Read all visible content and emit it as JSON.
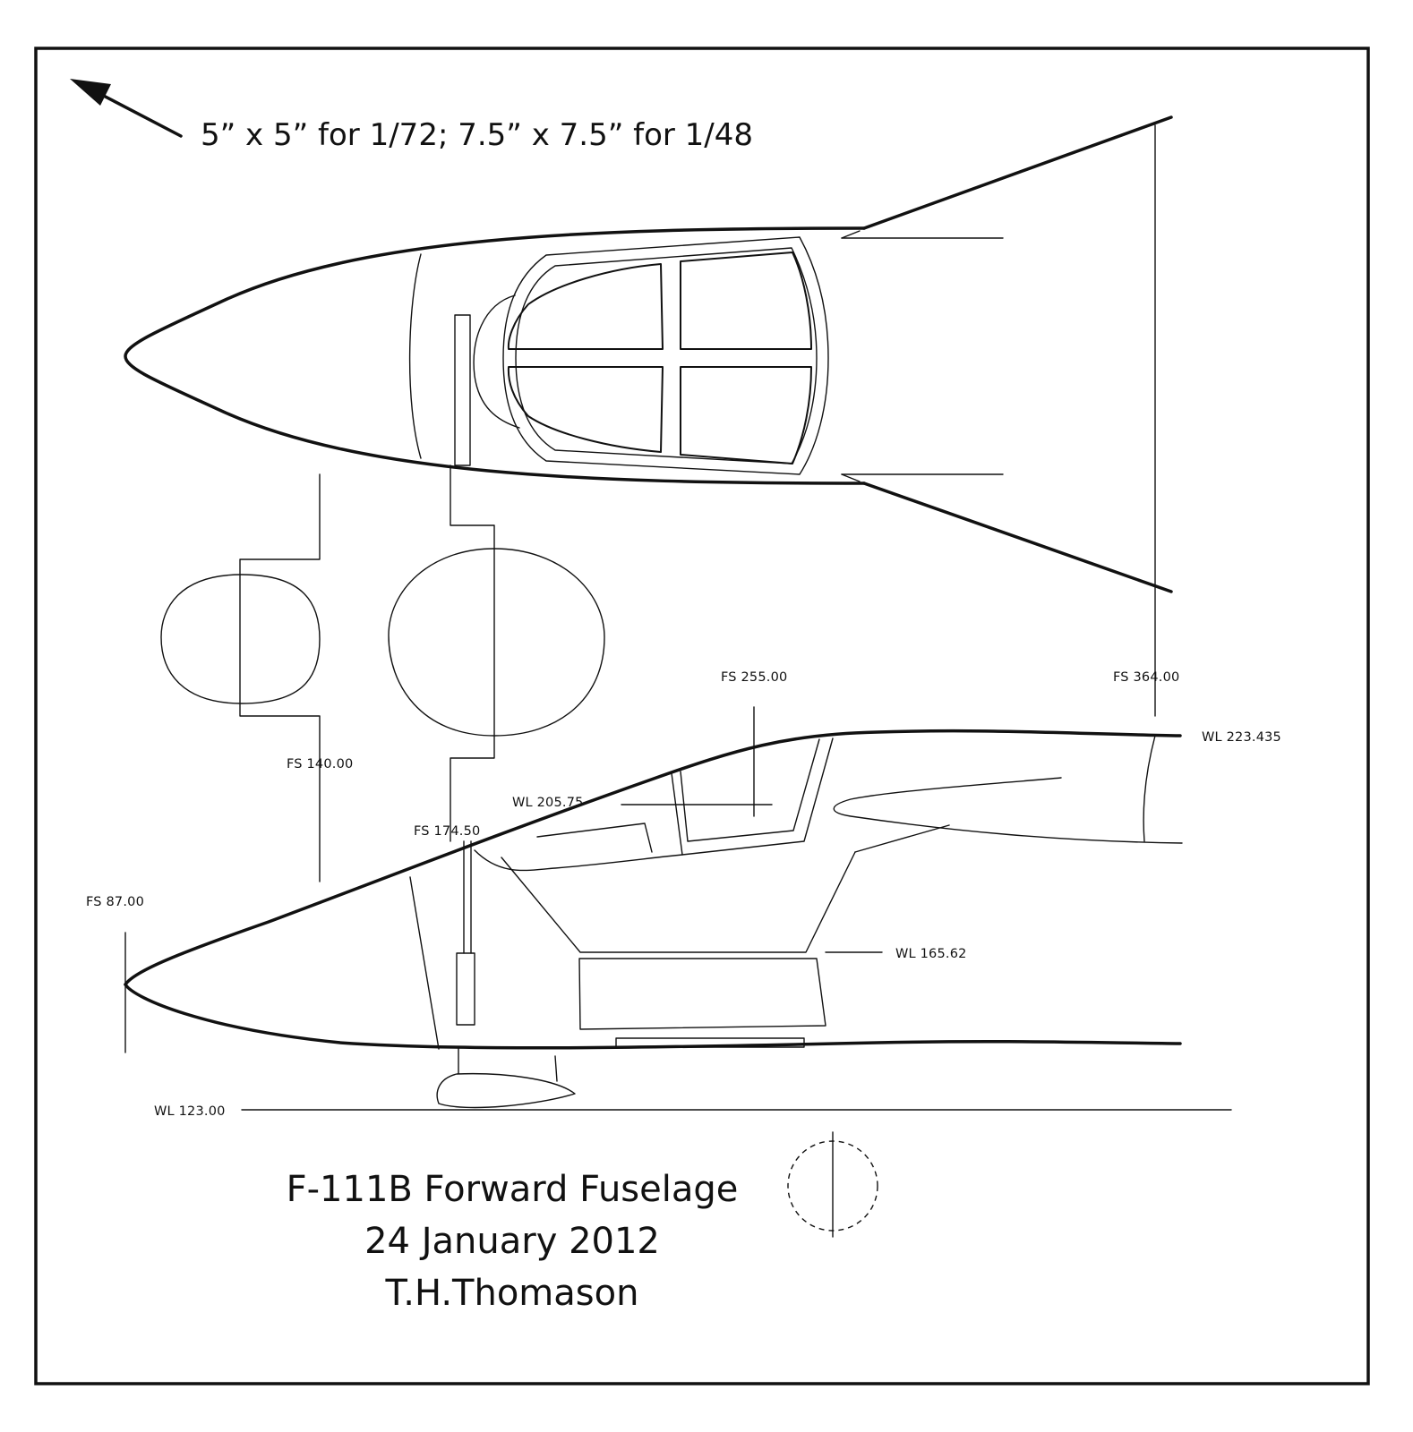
{
  "scale_note": "5” x 5” for 1/72; 7.5” x 7.5” for 1/48",
  "labels": {
    "fs_255": "FS 255.00",
    "fs_364": "FS 364.00",
    "wl_223": "WL 223.435",
    "fs_140": "FS 140.00",
    "wl_205": "WL 205.75",
    "fs_174": "FS 174.50",
    "fs_87": "FS 87.00",
    "wl_165": "WL 165.62",
    "wl_123": "WL 123.00"
  },
  "title_block": {
    "line1": "F-111B Forward Fuselage",
    "line2": "24 January 2012",
    "line3": "T.H.Thomason"
  }
}
